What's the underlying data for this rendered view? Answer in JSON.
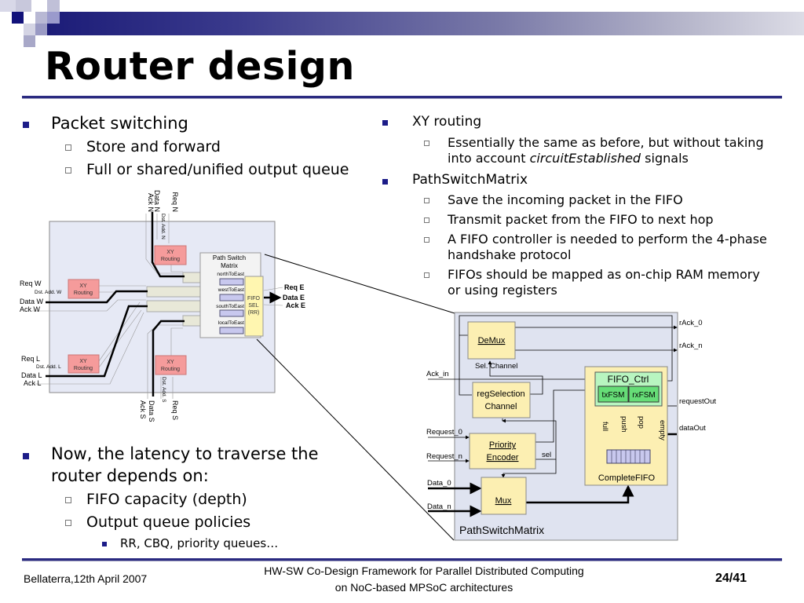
{
  "slide": {
    "title": "Router design",
    "left_bullets": [
      {
        "text": "Packet switching",
        "sub": [
          "Store and forward",
          "Full or shared/unified output queue"
        ]
      },
      {
        "text_lines": [
          "Now, the latency to traverse the",
          "router depends on:"
        ],
        "sub": [
          "FIFO capacity (depth)",
          "Output queue policies"
        ],
        "subsub": [
          "RR, CBQ, priority queues…"
        ]
      }
    ],
    "right_bullets": [
      {
        "text": "XY routing",
        "sub": [
          {
            "lines": [
              "Essentially the same as before, but without taking",
              "into account "
            ],
            "italic": "circuitEstablished",
            "after": " signals"
          }
        ]
      },
      {
        "text": "PathSwitchMatrix",
        "sub": [
          {
            "lines": [
              "Save the incoming packet in the FIFO"
            ]
          },
          {
            "lines": [
              "Transmit packet from the FIFO to next hop"
            ]
          },
          {
            "lines": [
              "A FIFO controller is needed to perform the 4-phase",
              "handshake protocol"
            ]
          },
          {
            "lines": [
              "FIFOs should be mapped as on-chip RAM memory",
              "or using registers"
            ]
          }
        ]
      }
    ]
  },
  "router_diagram": {
    "xy_routing": [
      "XY",
      "Routing"
    ],
    "path_switch": [
      "Path Switch",
      "Matrix"
    ],
    "queues": [
      "northToEast",
      "westToEast",
      "southToEast",
      "localToEast"
    ],
    "fifo_sel": [
      "FIFO",
      "SEL",
      "(RR)"
    ],
    "west": [
      "Req W",
      "Dst. Add. W",
      "Data W",
      "Ack W"
    ],
    "local": [
      "Req L",
      "Dst. Add. L",
      "Data L",
      "Ack L"
    ],
    "north": [
      "Ack N",
      "Data N",
      "Dst. Add. N",
      "Req N"
    ],
    "south": [
      "Ack S",
      "Data S",
      "Dst. Add. S",
      "Req S"
    ],
    "east": [
      "Req E",
      "Data E",
      "Ack E"
    ]
  },
  "psm_diagram": {
    "title": "PathSwitchMatrix",
    "demux": "DeMux",
    "reg_selection": [
      "regSelection",
      "Channel"
    ],
    "priority_encoder": [
      "Priority",
      "Encoder"
    ],
    "mux": "Mux",
    "complete_fifo": "CompleteFIFO",
    "fifo_ctrl": "FIFO_Ctrl",
    "tx_fsm": "txFSM",
    "rx_fsm": "rxFSM",
    "sel_channel": "Sel. Channel",
    "sel": "sel",
    "signals": {
      "full": "full",
      "push": "push",
      "pop": "pop",
      "empty": "empty"
    },
    "inputs": [
      "Ack_in",
      "Request_0",
      "Request_n",
      "Data_0",
      "Data_n"
    ],
    "outputs": [
      "rAck_0",
      "rAck_n",
      "requestOut",
      "dataOut"
    ]
  },
  "footer": {
    "left": "Bellaterra,12th April 2007",
    "center": [
      "HW-SW Co-Design Framework for Parallel Distributed Computing",
      "on NoC-based MPSoC architectures"
    ],
    "page": "24/41"
  }
}
